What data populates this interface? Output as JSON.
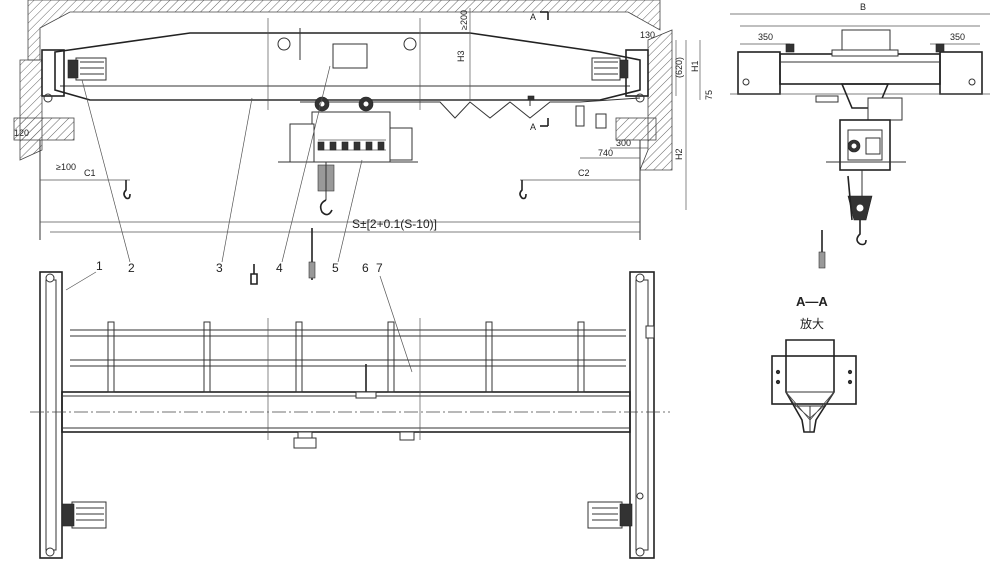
{
  "part_labels": [
    "1",
    "2",
    "3",
    "4",
    "5",
    "6",
    "7"
  ],
  "dimensions": {
    "left_overhang": "120",
    "min_clearance": "≥100",
    "c1": "C1",
    "c2": "C2",
    "span": "S±[2+0.1(S-10)]",
    "h1": "H1",
    "h2": "H2",
    "h3": "H3",
    "top_clear": "≥200",
    "d130": "130",
    "d620": "(620)",
    "d300": "300",
    "d740": "740",
    "width_b": "B",
    "d350_left": "350",
    "d350_right": "350",
    "d75": "75"
  },
  "section_marks": {
    "top": "A",
    "bottom": "A"
  },
  "section_view": {
    "title": "A—A",
    "subtitle": "放大"
  }
}
